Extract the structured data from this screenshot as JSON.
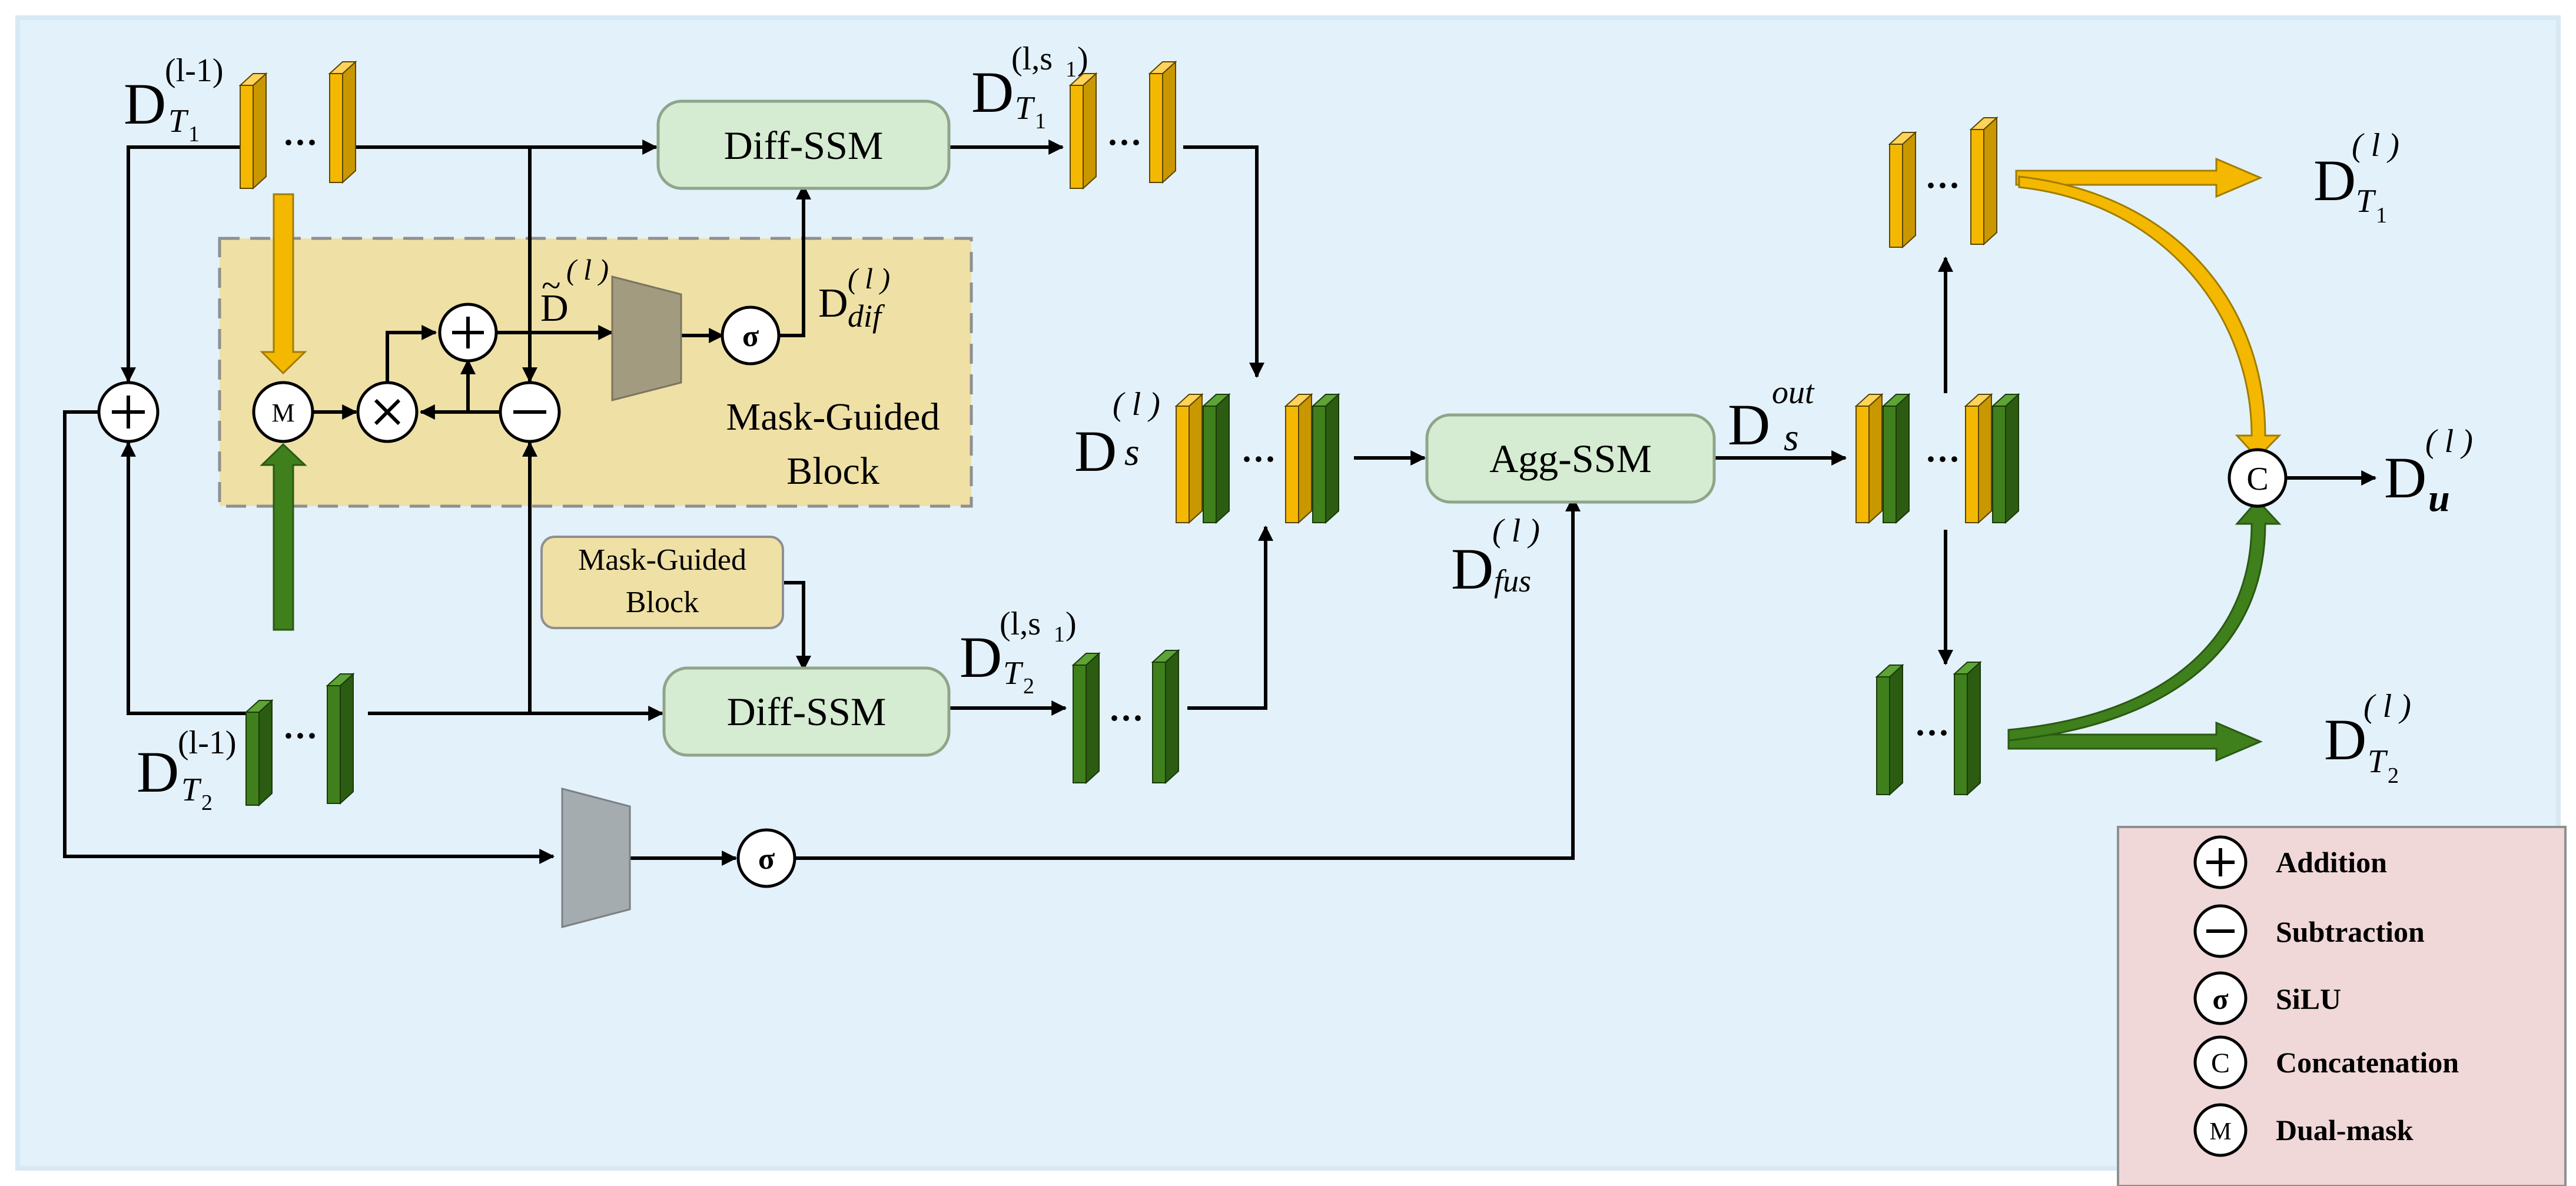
{
  "colors": {
    "background": "#e3f1fa",
    "border": "#d7e9f4",
    "t1_feature": "#f5b800",
    "t2_feature": "#3f7f1c",
    "ssm_box_fill": "#d6ecd2",
    "ssm_box_stroke": "#8ea58a",
    "mask_block_fill": "#efe0a6",
    "legend_fill": "#f0d8d8",
    "conv_gray": "#a5acb0",
    "conv_taupe": "#a39b80",
    "line": "#000000"
  },
  "blocks": {
    "diff_ssm_top": "Diff-SSM",
    "diff_ssm_bottom": "Diff-SSM",
    "agg_ssm": "Agg-SSM",
    "mask_guided_block_line1": "Mask-Guided",
    "mask_guided_block_line2": "Block",
    "mask_guided_small_line1": "Mask-Guided",
    "mask_guided_small_line2": "Block"
  },
  "ops": {
    "add": "+",
    "subtract": "−",
    "multiply": "×",
    "mask": "M",
    "silu": "σ",
    "concat": "C",
    "dots": "···"
  },
  "labels": {
    "d_main": "D",
    "sup_l_minus_1": "(l-1)",
    "sup_l_s1": "(l,s",
    "sup_l_s1_sub": "1",
    "sup_l_s1_close": ")",
    "sup_l": "( l )",
    "sub_t": "T",
    "sub_1": "1",
    "sub_2": "2",
    "sub_s": "s",
    "sub_dif": "dif",
    "sub_fus": "fus",
    "sub_u": "u",
    "sup_out": "out",
    "tilde": "~"
  },
  "legend": [
    {
      "icon": "addition-icon",
      "symbol": "+",
      "label": "Addition"
    },
    {
      "icon": "subtraction-icon",
      "symbol": "−",
      "label": "Subtraction"
    },
    {
      "icon": "silu-icon",
      "symbol": "σ",
      "label": "SiLU"
    },
    {
      "icon": "concatenation-icon",
      "symbol": "C",
      "label": "Concatenation"
    },
    {
      "icon": "dual-mask-icon",
      "symbol": "M",
      "label": "Dual-mask"
    }
  ]
}
